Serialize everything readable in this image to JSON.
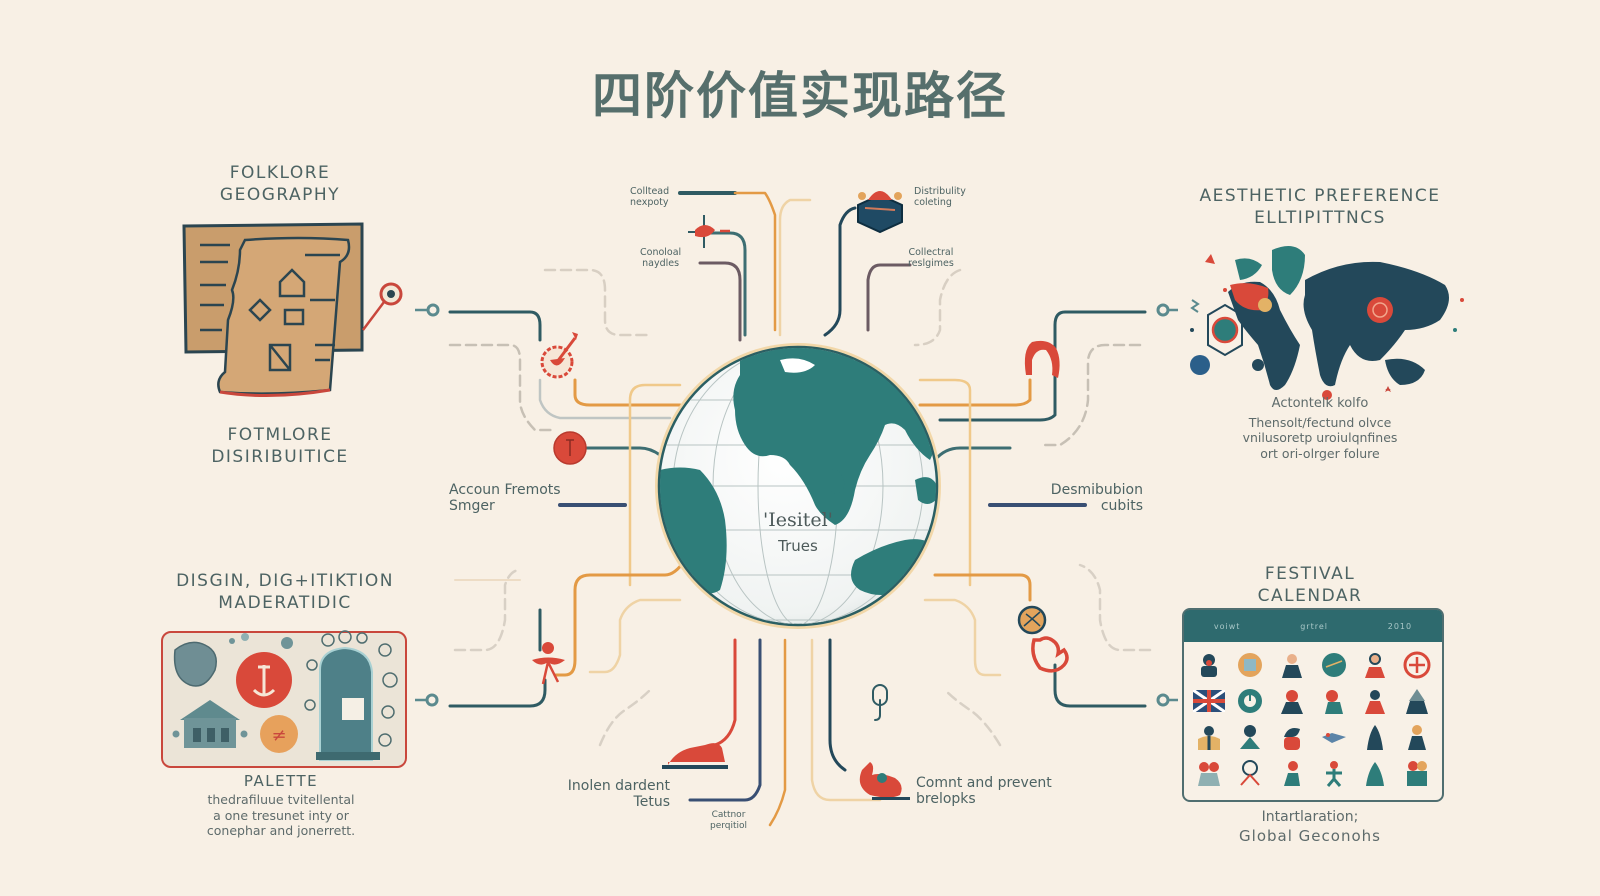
{
  "title": "四阶价值实现路径",
  "colors": {
    "background": "#f8f0e5",
    "teal": "#2e7d7a",
    "navy": "#23485a",
    "red": "#d9493a",
    "orange": "#e39a45",
    "tan": "#c79a67",
    "text": "#4d6363"
  },
  "quadrants": {
    "top_left": {
      "title_line1": "FOLKLORE",
      "title_line2": "GEOGRAPHY",
      "illustration": "scroll-map-icon",
      "subtitle_line1": "FOTMLORE",
      "subtitle_line2": "DISIRIBUITICE"
    },
    "top_right": {
      "title_line1": "AESTHETIC PREFERENCE",
      "title_line2": "ELLTIPITTNCS",
      "illustration": "world-map-icon",
      "caption_title": "Actontelk kolfo",
      "caption_lines": [
        "Thensolt/fectund olvce",
        "vnilusoretp uroiulqnfines",
        "ort ori-olrger folure"
      ]
    },
    "bottom_left": {
      "title_line1": "DISGIN, DIG+ITIKTION",
      "title_line2": "MADERATIDIC",
      "illustration": "palette-icons",
      "subtitle": "PALETTE",
      "caption_lines": [
        "thedrafiluue tvitellental",
        "a one tresunet inty or",
        "conephar and jonerrett."
      ]
    },
    "bottom_right": {
      "title_line1": "FESTIVAL",
      "title_line2": "CALENDAR",
      "calendar_header": [
        "voiwt",
        "grtrel",
        "2010"
      ],
      "calendar_icons": [
        "person-icon",
        "frame-icon",
        "person-icon",
        "globe-icon",
        "person-icon",
        "cross-icon",
        "flag-icon",
        "clock-icon",
        "person-icon",
        "person-icon",
        "person-icon",
        "person-icon",
        "person-icon",
        "person-icon",
        "person-icon",
        "fish-icon",
        "person-icon",
        "person-icon",
        "people-icon",
        "person-icon",
        "person-icon",
        "person-icon",
        "person-icon",
        "gift-icon"
      ],
      "caption_line1": "Intartlaration;",
      "caption_line2": "Global Geconohs"
    }
  },
  "center": {
    "globe_label_line1": "'Iesitel'",
    "globe_label_line2": "Trues"
  },
  "nodes": {
    "collected_property": [
      "Colltead",
      "nexpoty"
    ],
    "conical_cycles": [
      "Conoloal",
      "naydles"
    ],
    "distributivity": [
      "Distribulity",
      "coleting"
    ],
    "collective_religions": [
      "Collectral",
      "reslgimes"
    ],
    "account_fremots": [
      "Accoun Fremots",
      "Smger"
    ],
    "desmibubion": [
      "Desmibubion",
      "cubits"
    ],
    "inolen_dardent": [
      "Inolen dardent",
      "Tetus"
    ],
    "cattnor": [
      "Cattnor",
      "perqitiol"
    ],
    "comnt_prevent": [
      "Comnt and prevent",
      "brelopks"
    ]
  }
}
